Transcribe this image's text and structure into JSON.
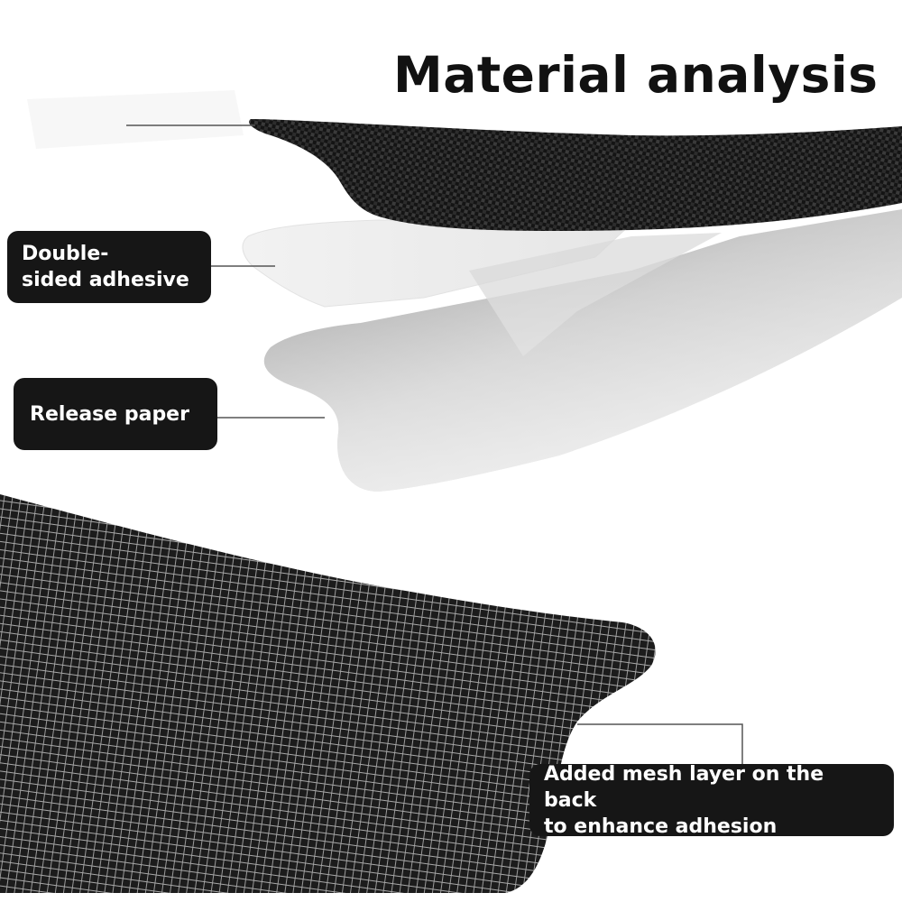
{
  "title": "Material analysis",
  "labels": {
    "adhesive": "Double-\nsided adhesive",
    "release_paper": "Release paper",
    "mesh_layer": "Added mesh layer on the back\nto enhance adhesion"
  },
  "colors": {
    "background": "#ffffff",
    "label_background": "#161616",
    "label_text": "#ffffff",
    "title_text": "#111111",
    "carbon_layer": "#1a1a1a",
    "mesh_layer": "#222222"
  }
}
